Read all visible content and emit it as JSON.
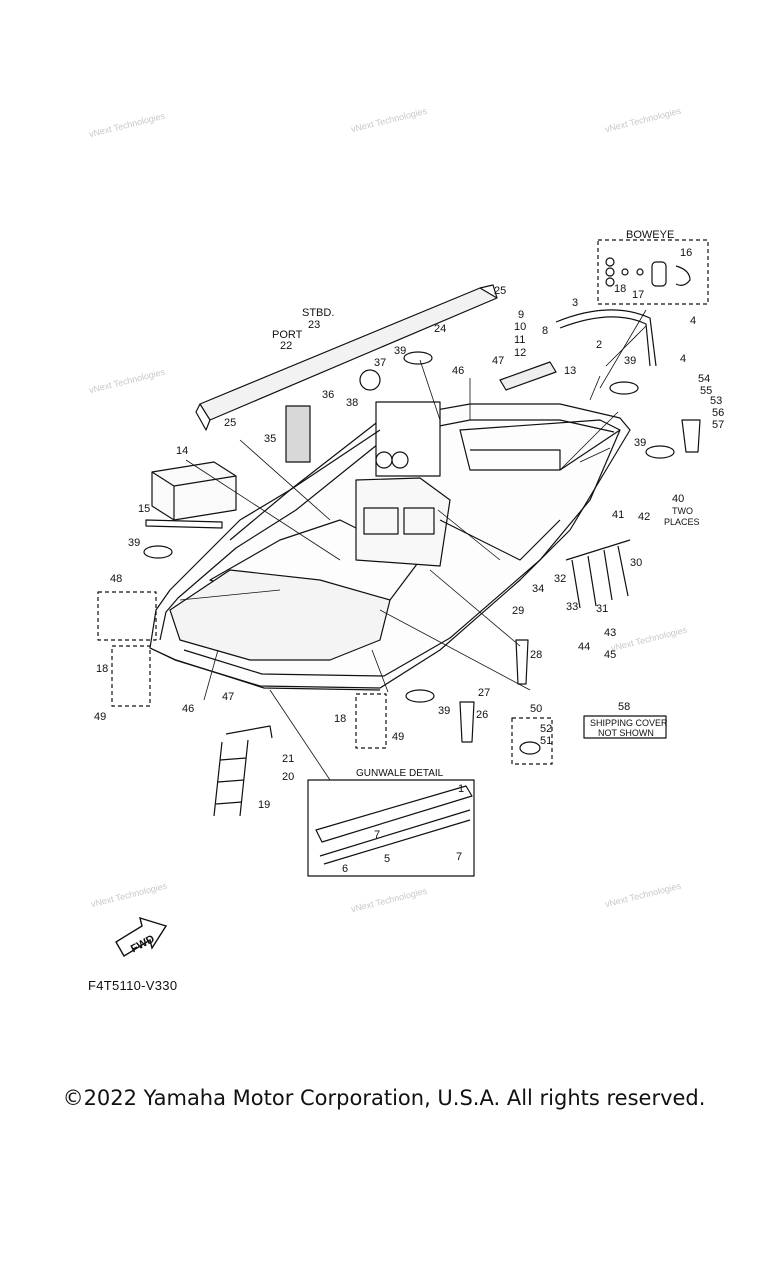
{
  "watermark": "vNext Technologies",
  "labels": {
    "boweye": "BOWEYE",
    "stbd": "STBD.",
    "port": "PORT",
    "two_places": "TWO",
    "two_places_2": "PLACES",
    "gunwale_detail": "GUNWALE DETAIL",
    "shipping_cover_1": "SHIPPING COVER",
    "shipping_cover_2": "NOT SHOWN",
    "fwd": "FWD"
  },
  "parts": [
    "1",
    "2",
    "3",
    "4",
    "5",
    "6",
    "7",
    "8",
    "9",
    "10",
    "11",
    "12",
    "13",
    "14",
    "15",
    "16",
    "17",
    "18",
    "19",
    "20",
    "21",
    "22",
    "23",
    "24",
    "25",
    "26",
    "27",
    "28",
    "29",
    "30",
    "31",
    "32",
    "33",
    "34",
    "35",
    "36",
    "37",
    "38",
    "39",
    "40",
    "41",
    "42",
    "43",
    "44",
    "45",
    "46",
    "47",
    "48",
    "49",
    "50",
    "51",
    "52",
    "53",
    "54",
    "55",
    "56",
    "57",
    "58"
  ],
  "drawing_code": "F4T5110-V330",
  "copyright": "©2022 Yamaha Motor Corporation, U.S.A. All rights reserved."
}
